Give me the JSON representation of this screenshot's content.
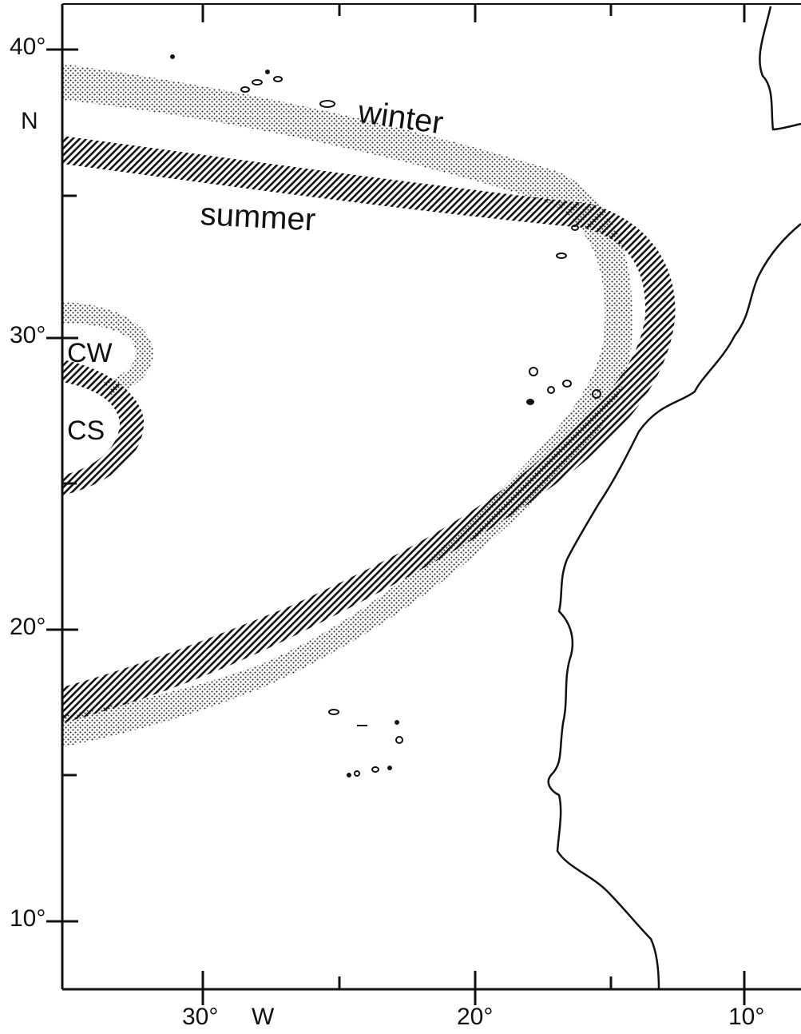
{
  "map": {
    "lat_ticks": [
      {
        "value": 40,
        "label": "40°"
      },
      {
        "value": 30,
        "label": "30°"
      },
      {
        "value": 20,
        "label": "20°"
      },
      {
        "value": 10,
        "label": "10°"
      }
    ],
    "lat_hemisphere": "N",
    "lon_ticks": [
      {
        "value": 30,
        "label": "30°"
      },
      {
        "value": 20,
        "label": "20°"
      },
      {
        "value": 10,
        "label": "10°"
      }
    ],
    "lon_hemisphere": "W",
    "bands": {
      "winter": "winter",
      "summer": "summer",
      "cw": "CW",
      "cs": "CS"
    },
    "colors": {
      "ink": "#111111",
      "stipple": "#222222",
      "hatch": "#111111",
      "background": "#ffffff"
    }
  }
}
